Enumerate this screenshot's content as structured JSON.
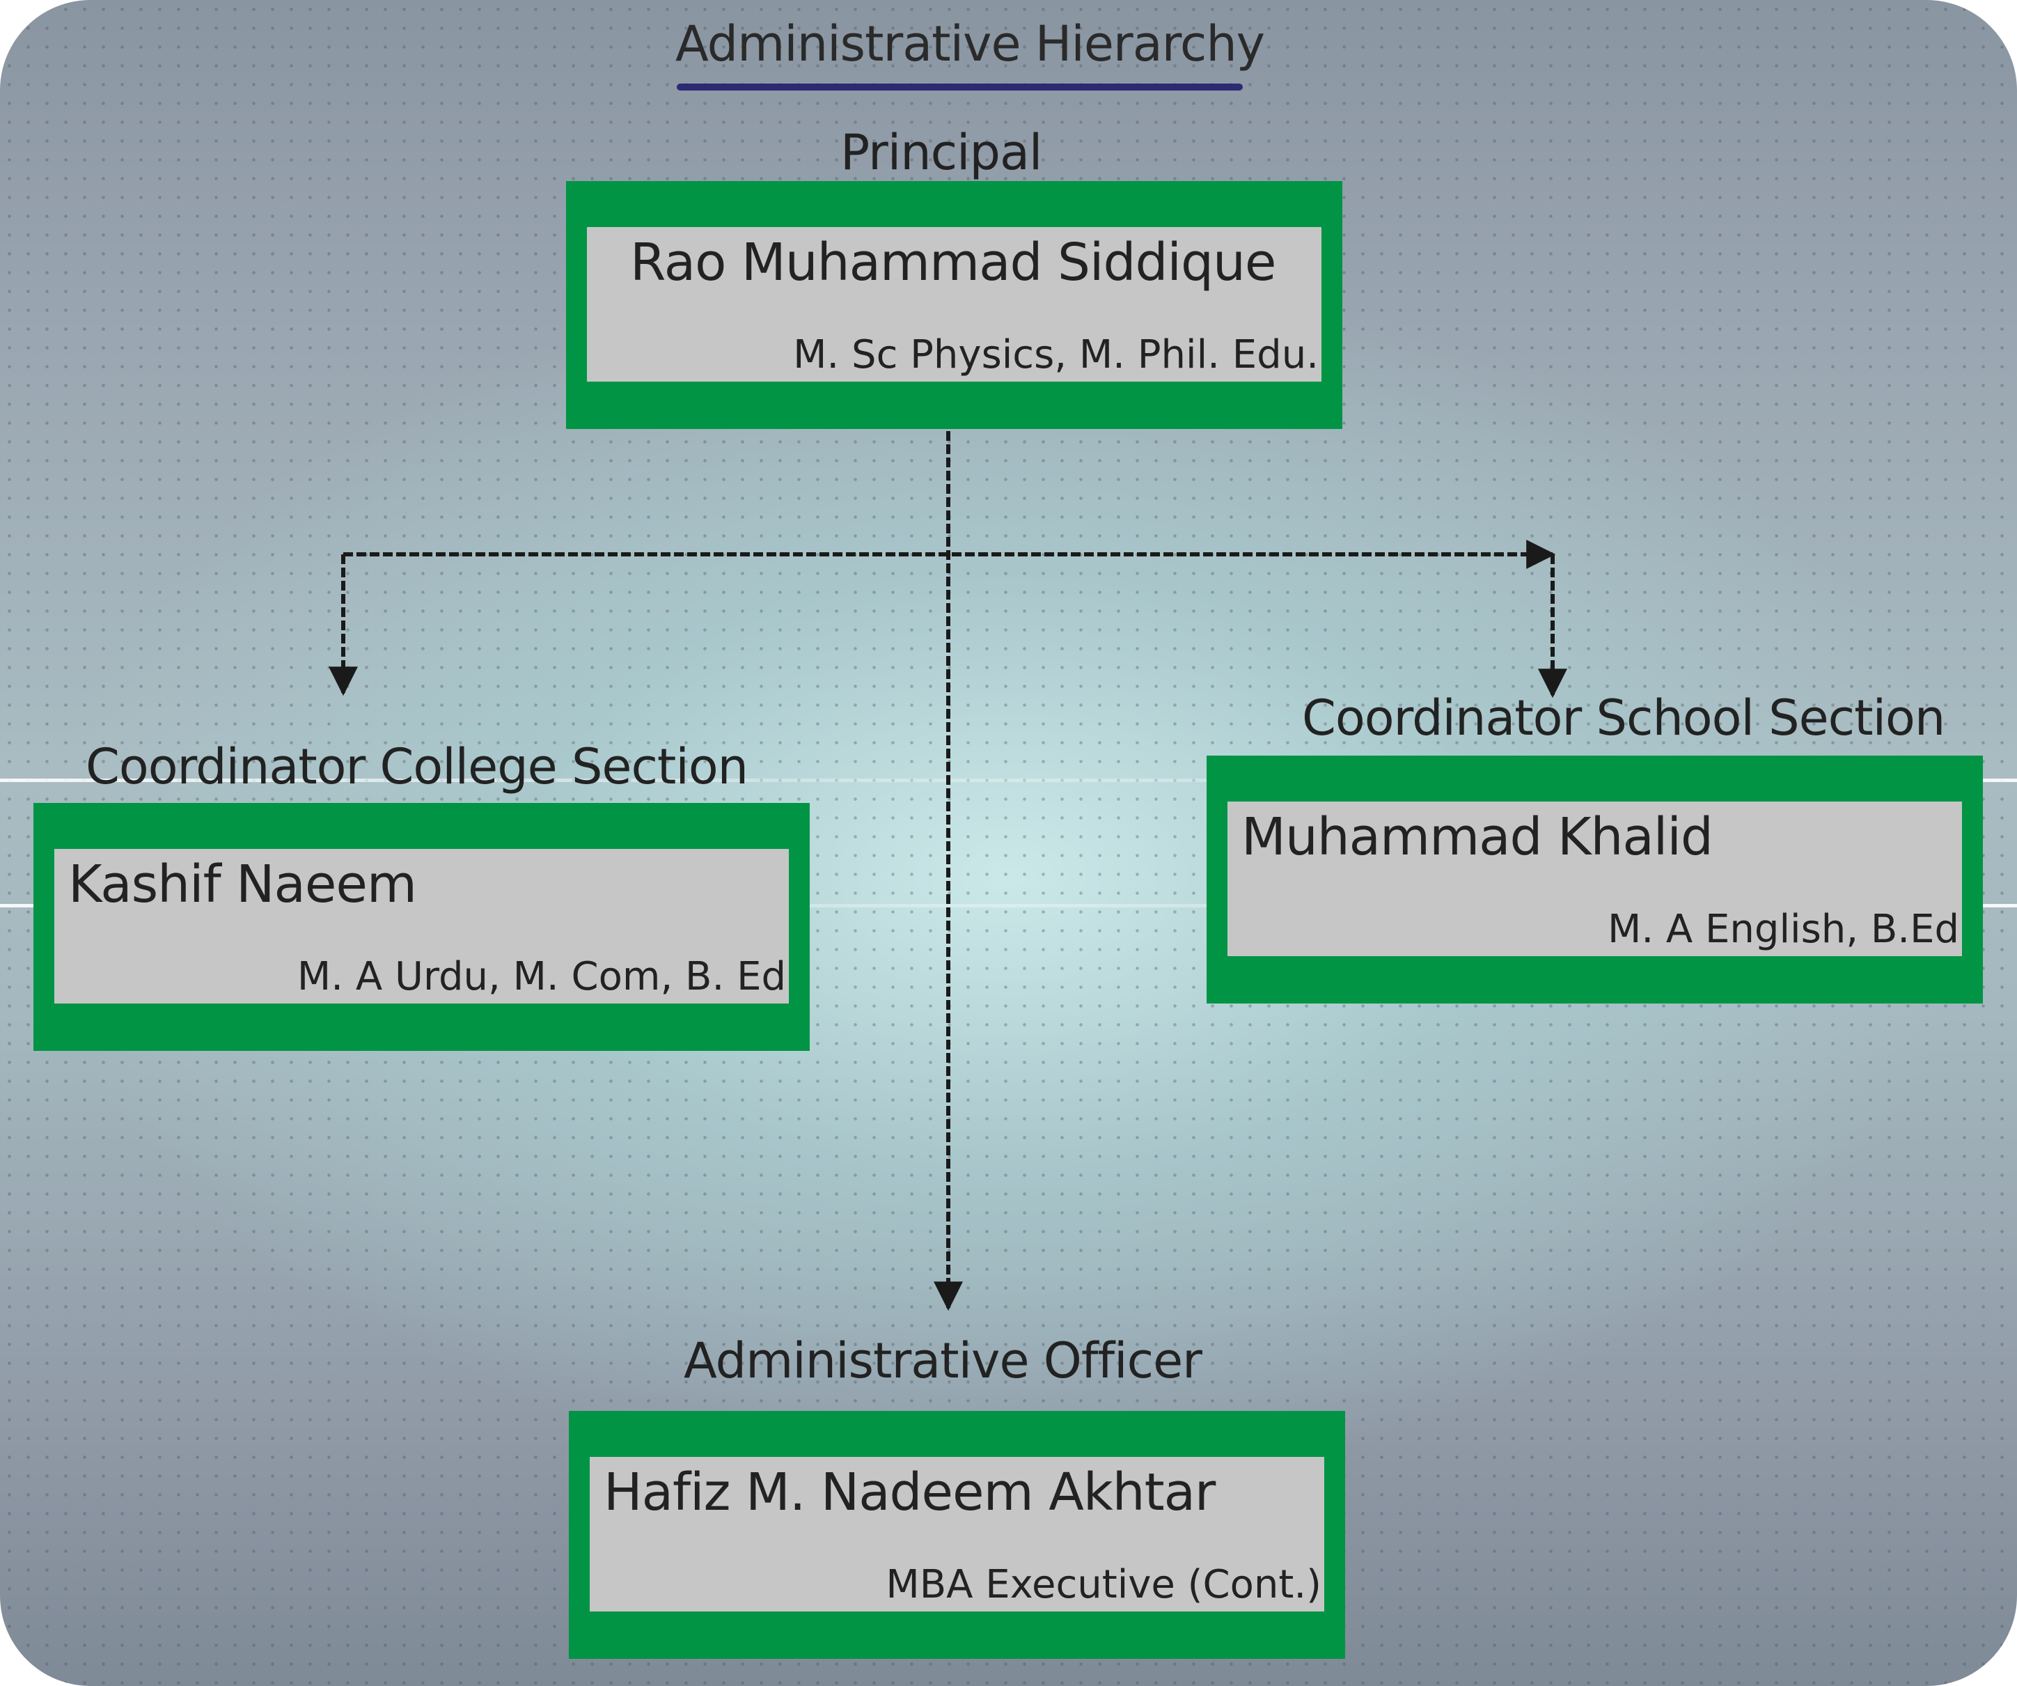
{
  "title": "Administrative Hierarchy",
  "nodes": {
    "principal": {
      "role": "Principal",
      "name": "Rao Muhammad Siddique",
      "qualification": "M. Sc Physics, M. Phil. Edu."
    },
    "college_coordinator": {
      "role": "Coordinator College Section",
      "name": "Kashif Naeem",
      "qualification": "M. A Urdu, M. Com, B. Ed"
    },
    "school_coordinator": {
      "role": "Coordinator School Section",
      "name": "Muhammad Khalid",
      "qualification": "M. A English, B.Ed"
    },
    "admin_officer": {
      "role": "Administrative Officer",
      "name": "Hafiz M. Nadeem Akhtar",
      "qualification": "MBA Executive (Cont.)"
    }
  },
  "colors": {
    "card_border": "#009444",
    "card_fill": "#c6c6c6",
    "title_underline": "#2b2a73",
    "connector": "#1a1a1a"
  }
}
